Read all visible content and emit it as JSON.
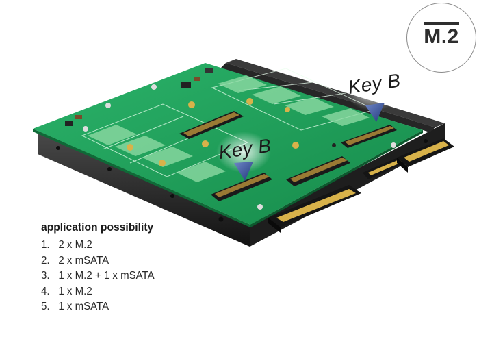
{
  "badge": {
    "text": "M.2"
  },
  "callouts": {
    "key_right": "Key B",
    "key_left": "Key B"
  },
  "applications": {
    "title": "application possibility",
    "items": [
      {
        "num": "1.",
        "text": "2 x M.2"
      },
      {
        "num": "2.",
        "text": "2 x mSATA"
      },
      {
        "num": "3.",
        "text": "1 x M.2 + 1 x mSATA"
      },
      {
        "num": "4.",
        "text": "1 x M.2"
      },
      {
        "num": "5.",
        "text": "1 x mSATA"
      }
    ]
  },
  "colors": {
    "pcb": "#1fa05a",
    "frame": "#2a2a2a",
    "gold": "#d8b24a",
    "arrow": "#3a55a0"
  }
}
